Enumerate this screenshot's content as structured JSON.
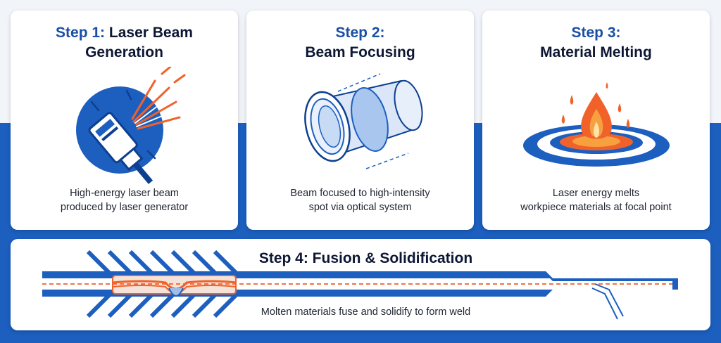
{
  "steps": [
    {
      "title_prefix": "Step 1:",
      "title_rest": "Laser Beam",
      "title_line2": "Generation",
      "desc_line1": "High-energy laser beam",
      "desc_line2": "produced by laser generator"
    },
    {
      "title_line1": "Step 2:",
      "title_line2": "Beam Focusing",
      "desc_line1": "Beam focused to high-intensity",
      "desc_line2": "spot via optical system"
    },
    {
      "title_line1": "Step 3:",
      "title_line2": "Material Melting",
      "desc_line1": "Laser energy melts",
      "desc_line2": "workpiece materials at focal point"
    }
  ],
  "step4": {
    "title": "Step 4: Fusion & Solidification",
    "desc": "Molten materials fuse and solidify to form weld"
  },
  "colors": {
    "brand_blue": "#1c5fbf",
    "dark_blue": "#0d3f91",
    "accent_orange": "#f0622a",
    "title_text": "#0d1733"
  },
  "icons": [
    "laser-emitter-icon",
    "optical-lens-icon",
    "melt-flame-icon",
    "weld-seam-icon"
  ]
}
